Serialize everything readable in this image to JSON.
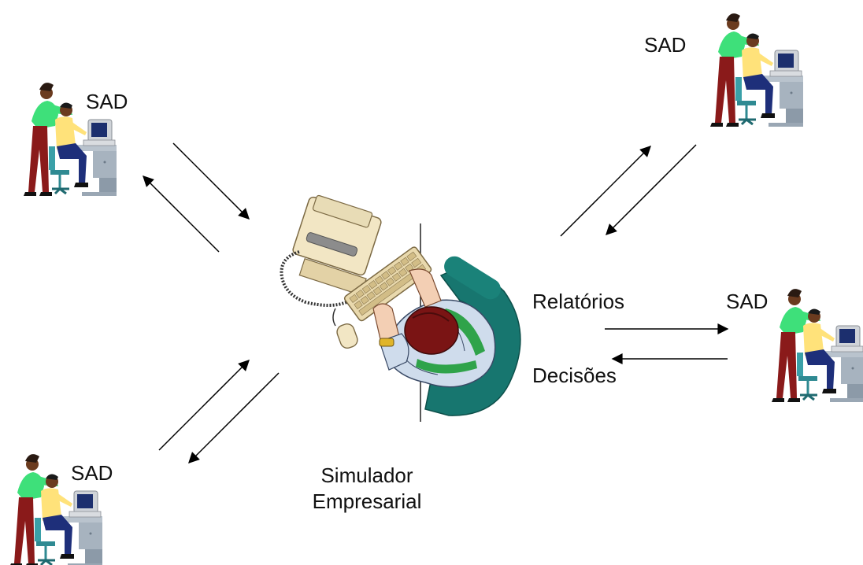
{
  "nodes": {
    "top_left": {
      "label": "SAD",
      "icon": "workstation-team-icon"
    },
    "top_right": {
      "label": "SAD",
      "icon": "workstation-team-icon"
    },
    "middle_right": {
      "label": "SAD",
      "icon": "workstation-team-icon"
    },
    "bottom_left": {
      "label": "SAD",
      "icon": "workstation-team-icon"
    }
  },
  "center": {
    "line1": "Simulador",
    "line2": "Empresarial",
    "icon": "operator-at-computer-icon"
  },
  "flows": {
    "reports_label": "Relatórios",
    "decisions_label": "Decisões"
  }
}
